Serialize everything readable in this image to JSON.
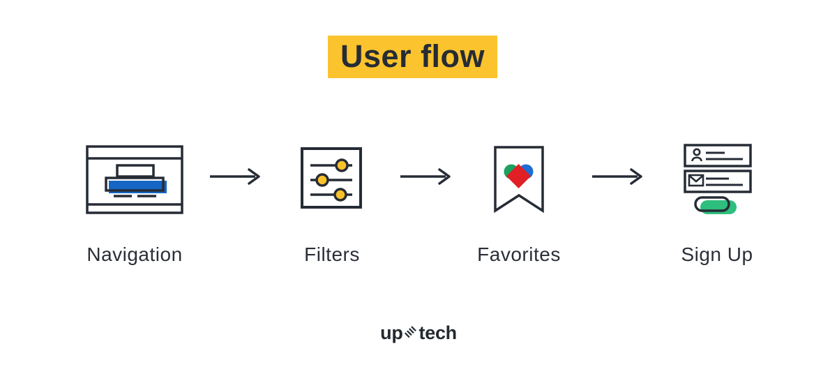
{
  "title": {
    "text": "User flow"
  },
  "flow": {
    "steps": [
      {
        "label": "Navigation",
        "icon": "browser-navigation-icon"
      },
      {
        "label": "Filters",
        "icon": "filter-sliders-icon"
      },
      {
        "label": "Favorites",
        "icon": "bookmark-heart-icon"
      },
      {
        "label": "Sign Up",
        "icon": "signup-form-icon"
      }
    ],
    "connector": "right-arrow"
  },
  "logo": {
    "prefix": "up",
    "suffix": "tech"
  },
  "colors": {
    "ink": "#262C35",
    "highlight_yellow": "#FBC32D",
    "knob_yellow": "#F9C22B",
    "nav_blue": "#1565C4",
    "heart_green": "#1CA15F",
    "heart_blue": "#1D6DD2",
    "heart_red": "#E01F26",
    "button_green": "#2EBE7D"
  }
}
